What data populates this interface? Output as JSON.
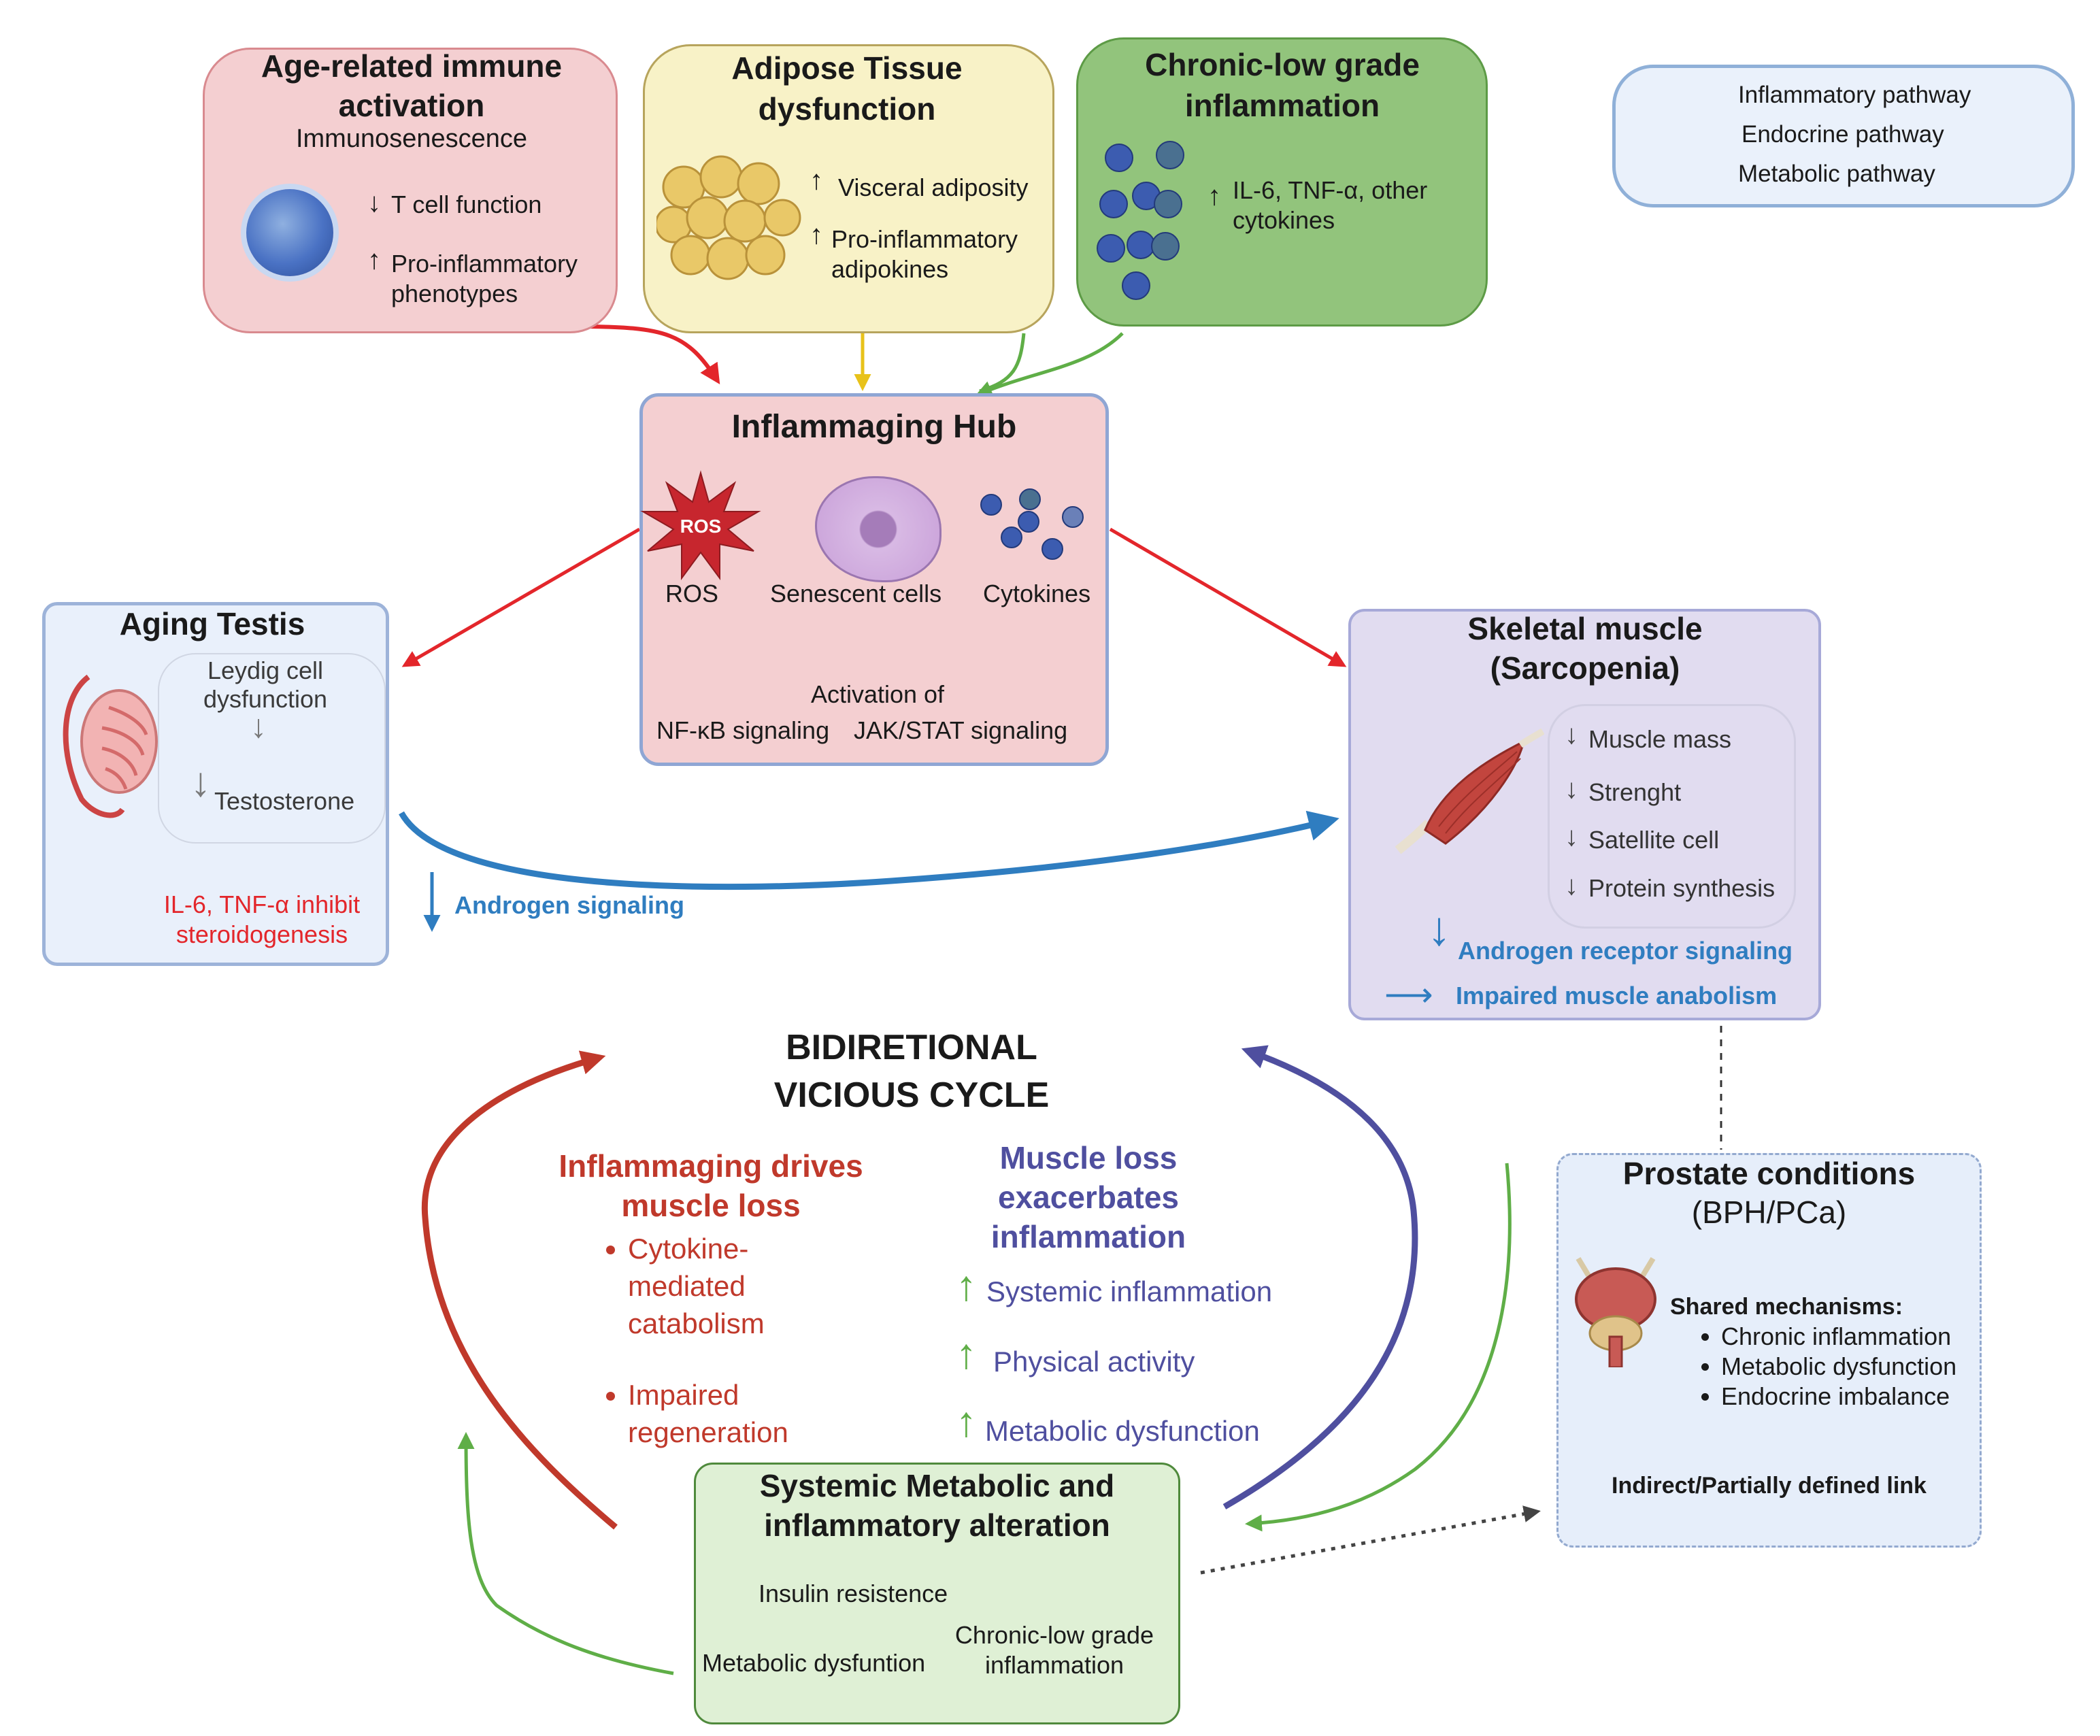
{
  "legend": {
    "items": [
      {
        "label": "Inflammatory pathway",
        "color": "#e3262b"
      },
      {
        "label": "Endocrine pathway",
        "color": "#2f7dc0"
      },
      {
        "label": "Metabolic pathway",
        "color": "#5fae47"
      }
    ]
  },
  "immune": {
    "title": "Age-related immune activation",
    "subtitle": "Immunosenescence",
    "down_label": "T cell function",
    "up_label": "Pro-inflammatory phenotypes"
  },
  "adipose": {
    "title": "Adipose Tissue dysfunction",
    "up1_label": "Visceral adiposity",
    "up2_label": "Pro-inflammatory adipokines"
  },
  "chronic": {
    "title": "Chronic-low grade inflammation",
    "up_label": "IL-6, TNF-α, other cytokines"
  },
  "hub": {
    "title": "Inflammaging Hub",
    "ros_badge": "ROS",
    "labels": [
      "ROS",
      "Senescent cells",
      "Cytokines"
    ],
    "activation": "Activation of",
    "nfkb": "NF-κB signaling",
    "jakstat": "JAK/STAT signaling"
  },
  "testis": {
    "title": "Aging Testis",
    "leydig": "Leydig cell dysfunction",
    "testosterone": "Testosterone",
    "inhibit": "IL-6, TNF-α inhibit steroidogenesis",
    "androgen": "Androgen signaling"
  },
  "muscle": {
    "title": "Skeletal muscle (Sarcopenia)",
    "items": [
      "Muscle mass",
      "Strenght",
      "Satellite cell",
      "Protein synthesis"
    ],
    "receptor": "Androgen receptor signaling",
    "anabolism": "Impaired muscle anabolism"
  },
  "cycle": {
    "title": "BIDIRETIONAL VICIOUS CYCLE",
    "left_title": "Inflammaging drives muscle loss",
    "left_items": [
      "Cytokine-mediated catabolism",
      "Impaired regeneration"
    ],
    "right_title": "Muscle loss exacerbates inflammation",
    "right_items": [
      "Systemic inflammation",
      "Physical activity",
      "Metabolic dysfunction"
    ]
  },
  "systemic": {
    "title": "Systemic Metabolic and inflammatory alteration",
    "insulin": "Insulin resistence",
    "metabolic": "Metabolic dysfuntion",
    "chronic": "Chronic-low grade inflammation"
  },
  "prostate": {
    "title": "Prostate conditions",
    "subtitle": "(BPH/PCa)",
    "shared": "Shared mechanisms:",
    "mechanisms": [
      "Chronic inflammation",
      "Metabolic dysfunction",
      "Endocrine imbalance"
    ],
    "link": "Indirect/Partially defined link"
  }
}
